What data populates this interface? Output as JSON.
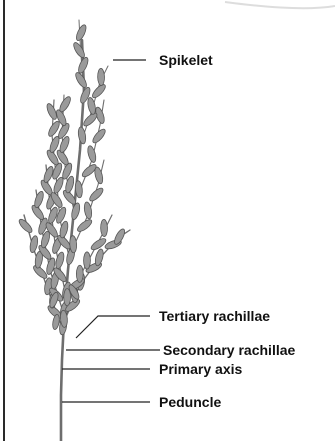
{
  "figure": {
    "labels": {
      "spikelet": "Spikelet",
      "tertiary": "Tertiary rachillae",
      "secondary": "Secondary rachillae",
      "primary": "Primary axis",
      "peduncle": "Peduncle"
    },
    "colors": {
      "background": "#ffffff",
      "grain_fill": "#9a9a9a",
      "grain_stroke": "#555555",
      "stem": "#6e6e6e",
      "leader_line": "#222222",
      "label_text": "#111111",
      "left_border": "#2a2a2a"
    }
  }
}
